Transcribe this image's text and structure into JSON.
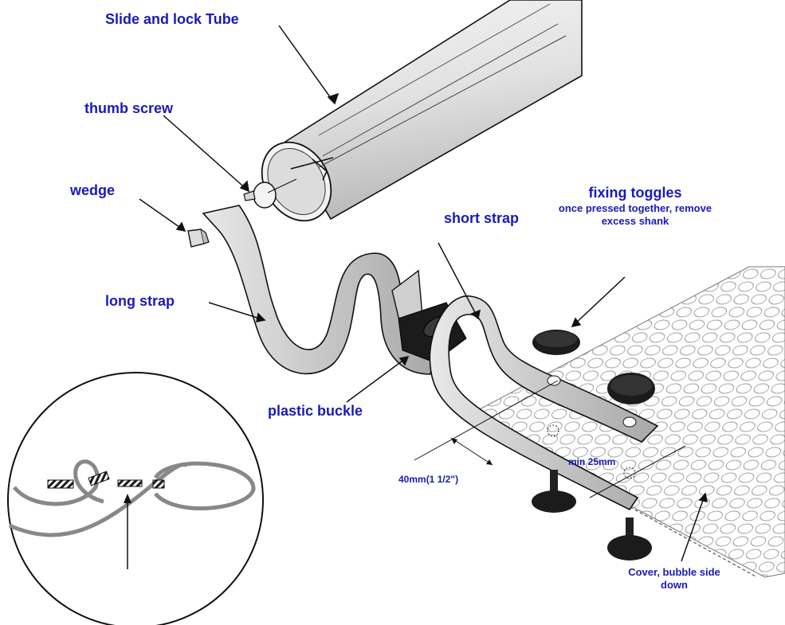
{
  "labels": {
    "tube": "Slide and lock Tube",
    "thumb_screw": "thumb screw",
    "wedge": "wedge",
    "long_strap": "long strap",
    "short_strap": "short strap",
    "fixing_toggles": "fixing toggles",
    "fixing_toggles_note": "once pressed together, remove",
    "fixing_toggles_note2": "excess shank",
    "plastic_buckle": "plastic buckle",
    "dim_40": "40mm(1 1/2\")",
    "dim_25": "min 25mm",
    "cover": "Cover, bubble side",
    "cover2": "down"
  },
  "colors": {
    "label": "#1a1ab8",
    "line": "#111111",
    "metal": "#d9d9d9",
    "dark": "#1b1b1b"
  }
}
